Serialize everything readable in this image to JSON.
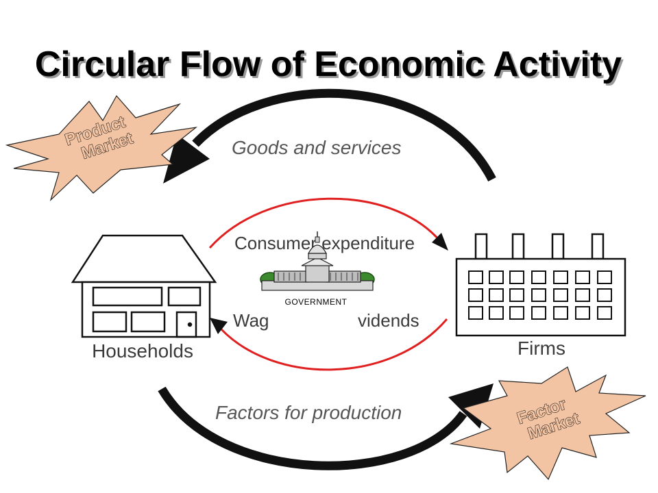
{
  "title": "Circular Flow of Economic Activity",
  "flows": {
    "goods_and_services": "Goods and services",
    "consumer_expenditure": "Consumer expenditure",
    "wages_dividends_left": "Wag",
    "wages_dividends_right": "vidends",
    "factors_for_production": "Factors for production"
  },
  "entities": {
    "households": "Households",
    "firms": "Firms",
    "government": "GOVERNMENT"
  },
  "markets": {
    "product_line1": "Product",
    "product_line2": "Market",
    "factor_line1": "Factor",
    "factor_line2": "Market"
  },
  "colors": {
    "burst_fill": "#f3c4a3",
    "money_flow": "#e02020",
    "real_flow": "#111111"
  }
}
